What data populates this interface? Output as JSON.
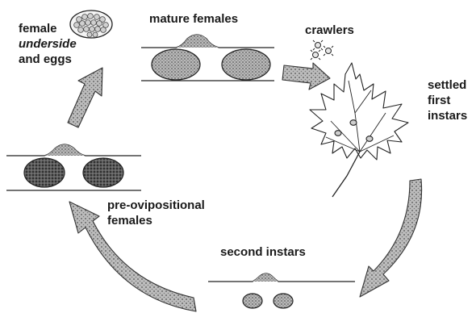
{
  "labels": {
    "female_line1": "female",
    "female_line2": "underside",
    "female_line3": "and eggs",
    "mature_females": "mature females",
    "crawlers": "crawlers",
    "settled_line1": "settled",
    "settled_line2": "first",
    "settled_line3": "instars",
    "preovi_line1": "pre-ovipositional",
    "preovi_line2": "females",
    "second_instars": "second instars"
  },
  "colors": {
    "ink": "#1a1a1a",
    "arrow_fill": "#9a9a9a",
    "oval_fill": "#8c8c8c",
    "dark_oval_fill": "#4a4a4a",
    "egg_fill": "#cfcfcf"
  }
}
